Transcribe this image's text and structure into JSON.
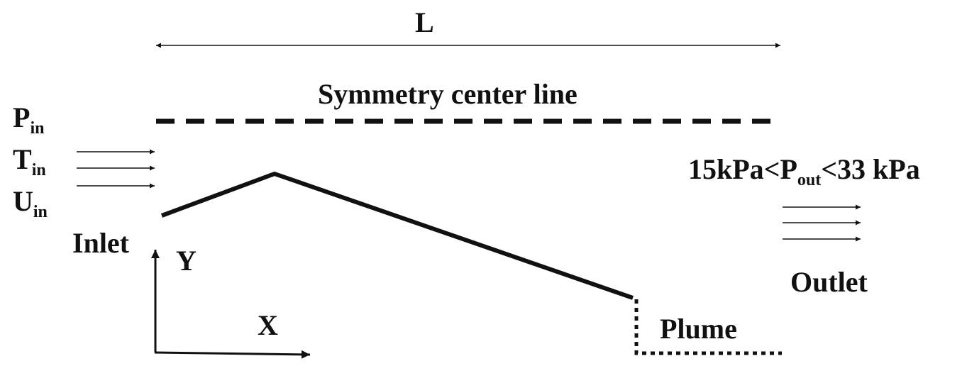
{
  "labels": {
    "length": "L",
    "symmetry": "Symmetry center line",
    "pressure_in": {
      "base": "P",
      "sub": "in"
    },
    "temperature_in": {
      "base": "T",
      "sub": "in"
    },
    "velocity_in": {
      "base": "U",
      "sub": "in"
    },
    "inlet": "Inlet",
    "axis_y": "Y",
    "axis_x": "X",
    "plume": "Plume",
    "outlet": "Outlet",
    "outlet_pressure": {
      "prefix": "15kPa<P",
      "sub": "out",
      "suffix": "<33 kPa"
    }
  },
  "colors": {
    "ink": "#111111",
    "background": "#ffffff"
  }
}
